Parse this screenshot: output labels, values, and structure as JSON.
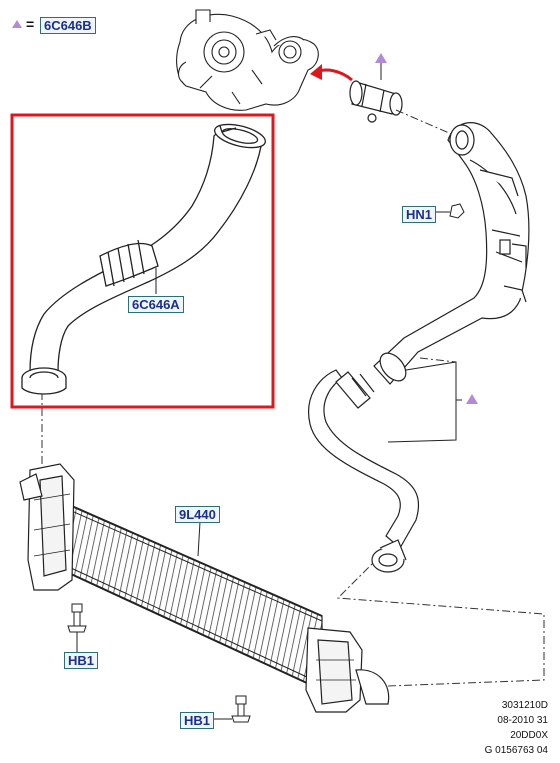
{
  "legend": {
    "symbol": "triangle-icon",
    "equals": "=",
    "part": "6C646B"
  },
  "callouts": {
    "hose_upper": "6C646A",
    "bolt_hn1": "HN1",
    "intercooler": "9L440",
    "bolt_hb1_left": "HB1",
    "bolt_hb1_bottom": "HB1"
  },
  "footer": [
    "3031210D",
    "08-2010 31",
    "20DD0X",
    "G 0156763 04"
  ],
  "colors": {
    "highlight_frame": "#e0161c",
    "arrow": "#e0161c",
    "triangle": "#b38ad6",
    "callout_text": "#1b2f8f",
    "callout_border": "#2d6f73"
  }
}
